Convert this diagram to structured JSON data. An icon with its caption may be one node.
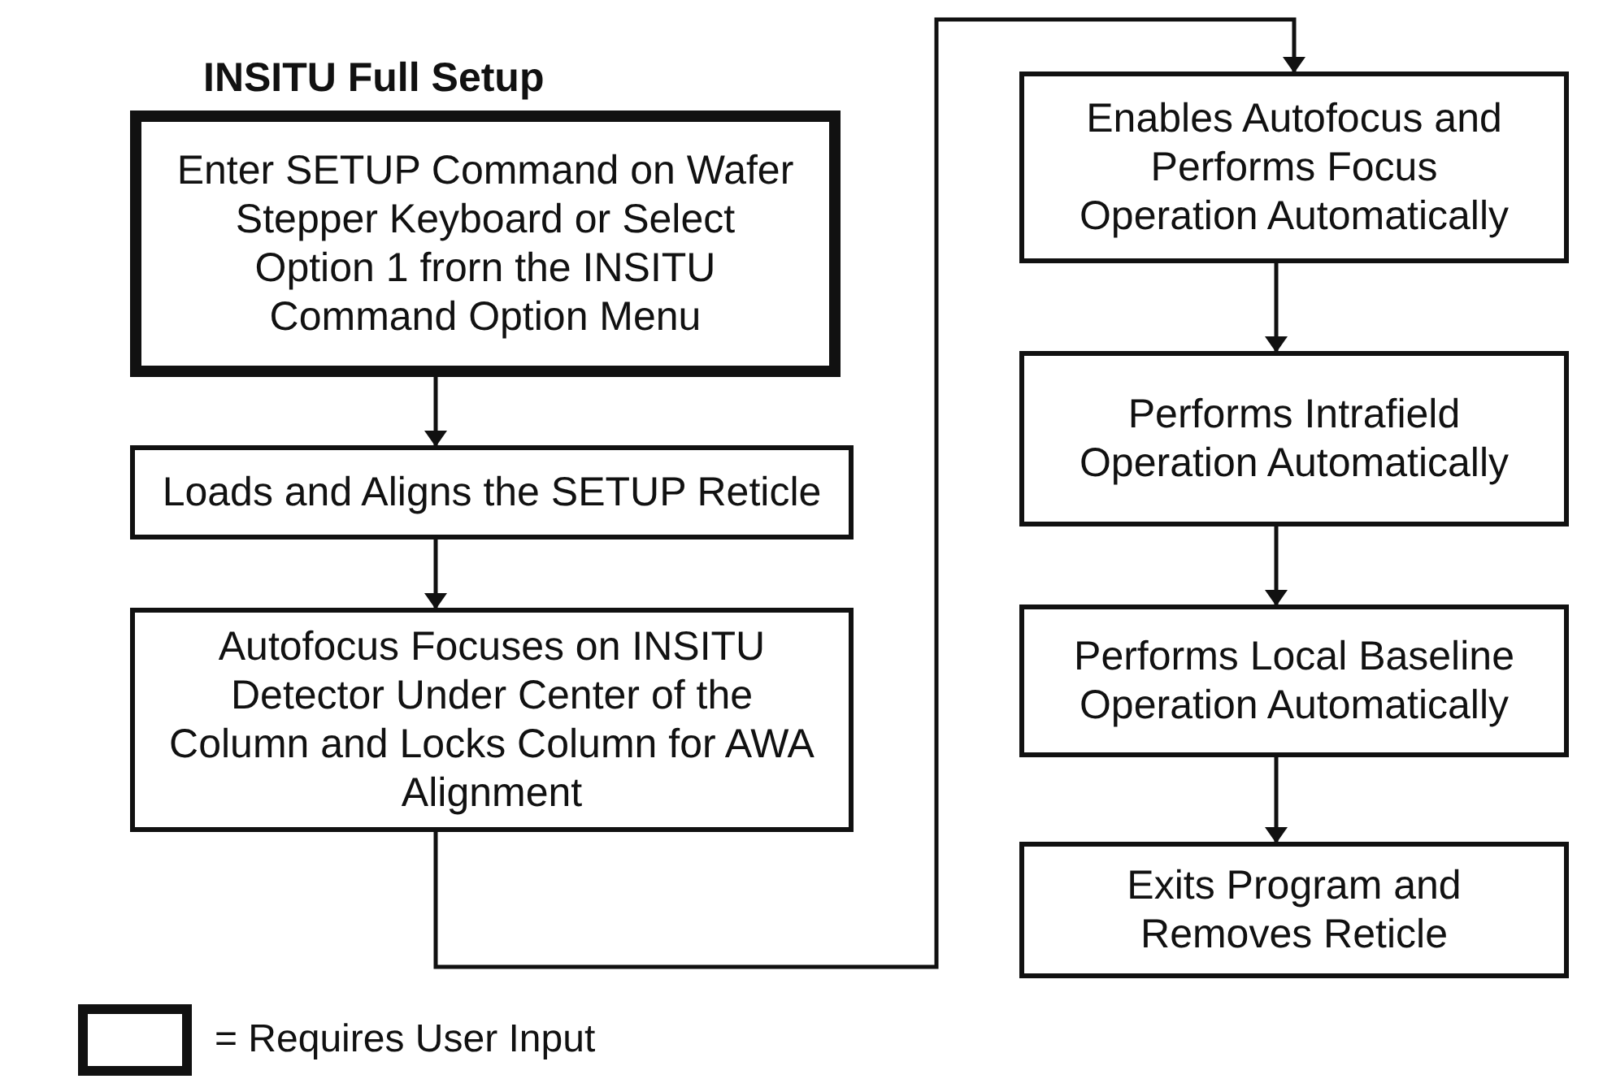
{
  "diagram": {
    "title": "INSITU Full Setup",
    "nodes": [
      {
        "text": [
          "Enter SETUP Command on Wafer Stepper Keyboard or Select Option 1 frorn the INSITU Command Option Menu"
        ]
      },
      {
        "text": [
          "Loads and Aligns the SETUP Reticle"
        ]
      },
      {
        "text": [
          "Autofocus Focuses on INSITU Detector Under Center of the Column and Locks Column for AWA Alignment"
        ]
      },
      {
        "text": [
          "Enables Autofocus and Performs Focus Operation Automatically"
        ]
      },
      {
        "text": [
          "Performs Intrafield Operation Automatically"
        ]
      },
      {
        "text": [
          "Performs Local Baseline Operation Automatically"
        ]
      },
      {
        "text": [
          "Exits Program and Removes Reticle"
        ]
      }
    ],
    "edges": [
      {
        "from": 0,
        "to": 1,
        "arrow": "to"
      },
      {
        "from": 1,
        "to": 2,
        "arrow": "to"
      },
      {
        "from": 2,
        "to": 3,
        "arrow": "to"
      },
      {
        "from": 3,
        "to": 4,
        "arrow": "to"
      },
      {
        "from": 4,
        "to": 5,
        "arrow": "to"
      },
      {
        "from": 5,
        "to": 6,
        "arrow": "to"
      }
    ],
    "legend": [
      {
        "text": "= Requires User Input"
      }
    ]
  }
}
